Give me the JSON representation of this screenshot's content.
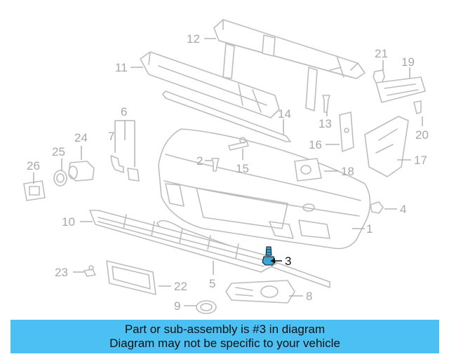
{
  "callouts": [
    "1",
    "2",
    "3",
    "4",
    "5",
    "6",
    "7",
    "8",
    "9",
    "10",
    "11",
    "12",
    "13",
    "14",
    "15",
    "16",
    "17",
    "18",
    "19",
    "20",
    "21",
    "22",
    "23",
    "24",
    "25",
    "26"
  ],
  "highlighted_callout": "3",
  "banner": {
    "line1": "Part or sub-assembly is #3 in diagram",
    "line2": "Diagram may not be specific to your vehicle",
    "background": "#4cc0f2"
  },
  "colors": {
    "part_lines": "#bdbdbd",
    "labels": "#a8a8a8",
    "highlight": "#111111"
  }
}
